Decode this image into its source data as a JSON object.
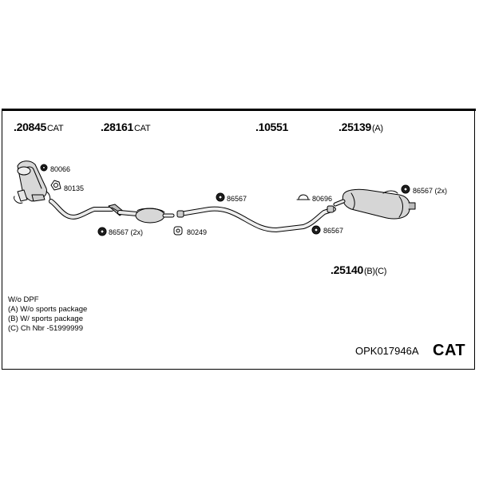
{
  "parts": {
    "p20845": {
      "number": ".20845",
      "suffix": "CAT"
    },
    "p28161": {
      "number": ".28161",
      "suffix": "CAT"
    },
    "p10551": {
      "number": ".10551",
      "suffix": ""
    },
    "p25139": {
      "number": ".25139",
      "suffix": "(A)"
    },
    "p25140": {
      "number": ".25140",
      "suffix": "(B)(C)"
    }
  },
  "fittings": {
    "f80066": "80066",
    "f80135": "80135",
    "f86567_2x_left": "86567 (2x)",
    "f80249": "80249",
    "f86567_mid": "86567",
    "f80696": "80696",
    "f86567_right": "86567",
    "f86567_2x_right": "86567 (2x)"
  },
  "notes": [
    "W/o DPF",
    "(A) W/o sports package",
    "(B) W/ sports package",
    "(C) Ch Nbr -51999999"
  ],
  "footer": {
    "code": "OPK017946A",
    "badge": "CAT"
  }
}
